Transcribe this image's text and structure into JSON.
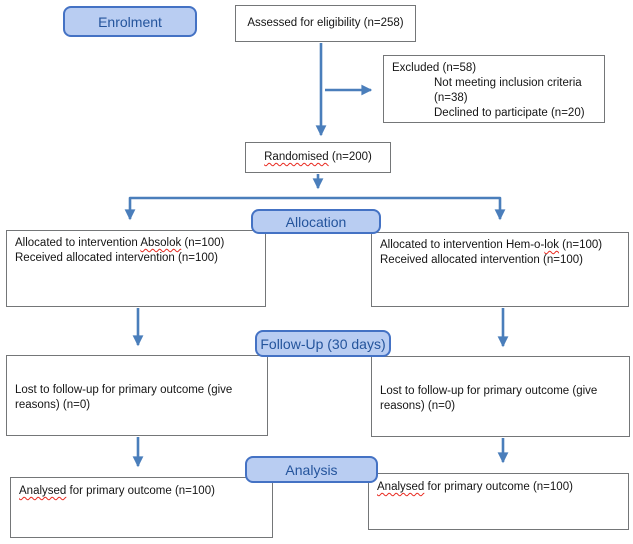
{
  "colors": {
    "arrow": "#4a7ebb",
    "stage_fill": "#b9cdf2",
    "stage_border": "#4472c4",
    "stage_text": "#24549c",
    "box_border": "#747678",
    "squiggle": "#e8281e"
  },
  "stages": {
    "enrolment": "Enrolment",
    "allocation": "Allocation",
    "followup": "Follow-Up (30 days)",
    "analysis": "Analysis"
  },
  "boxes": {
    "assessed": {
      "text": "Assessed for eligibility (n=258)"
    },
    "excluded": {
      "line1": "Excluded (n=58)",
      "indent_lines": [
        "Not meeting inclusion criteria",
        "(n=38)",
        "Declined to participate (n=20)"
      ]
    },
    "randomised": {
      "marked": "Randomised",
      "suffix": " (n=200)"
    },
    "alloc_left": {
      "line1_prefix": "Allocated to intervention ",
      "line1_marked": "Absolok",
      "line1_suffix": " (n=100)",
      "line2": "Received allocated intervention (n=100)"
    },
    "alloc_right": {
      "line1_prefix": "Allocated to intervention Hem-o-",
      "line1_marked": "lok",
      "line1_suffix": " (n=100)",
      "line2": "Received allocated intervention (n=100)"
    },
    "followup_left": {
      "text": "Lost to follow-up for primary outcome (give reasons) (n=0)"
    },
    "followup_right": {
      "text": "Lost to follow-up for primary outcome (give reasons) (n=0)"
    },
    "analysed_left": {
      "marked": "Analysed",
      "suffix": " for primary outcome (n=100)"
    },
    "analysed_right": {
      "marked": "Analysed",
      "suffix": " for primary outcome (n=100)"
    }
  }
}
